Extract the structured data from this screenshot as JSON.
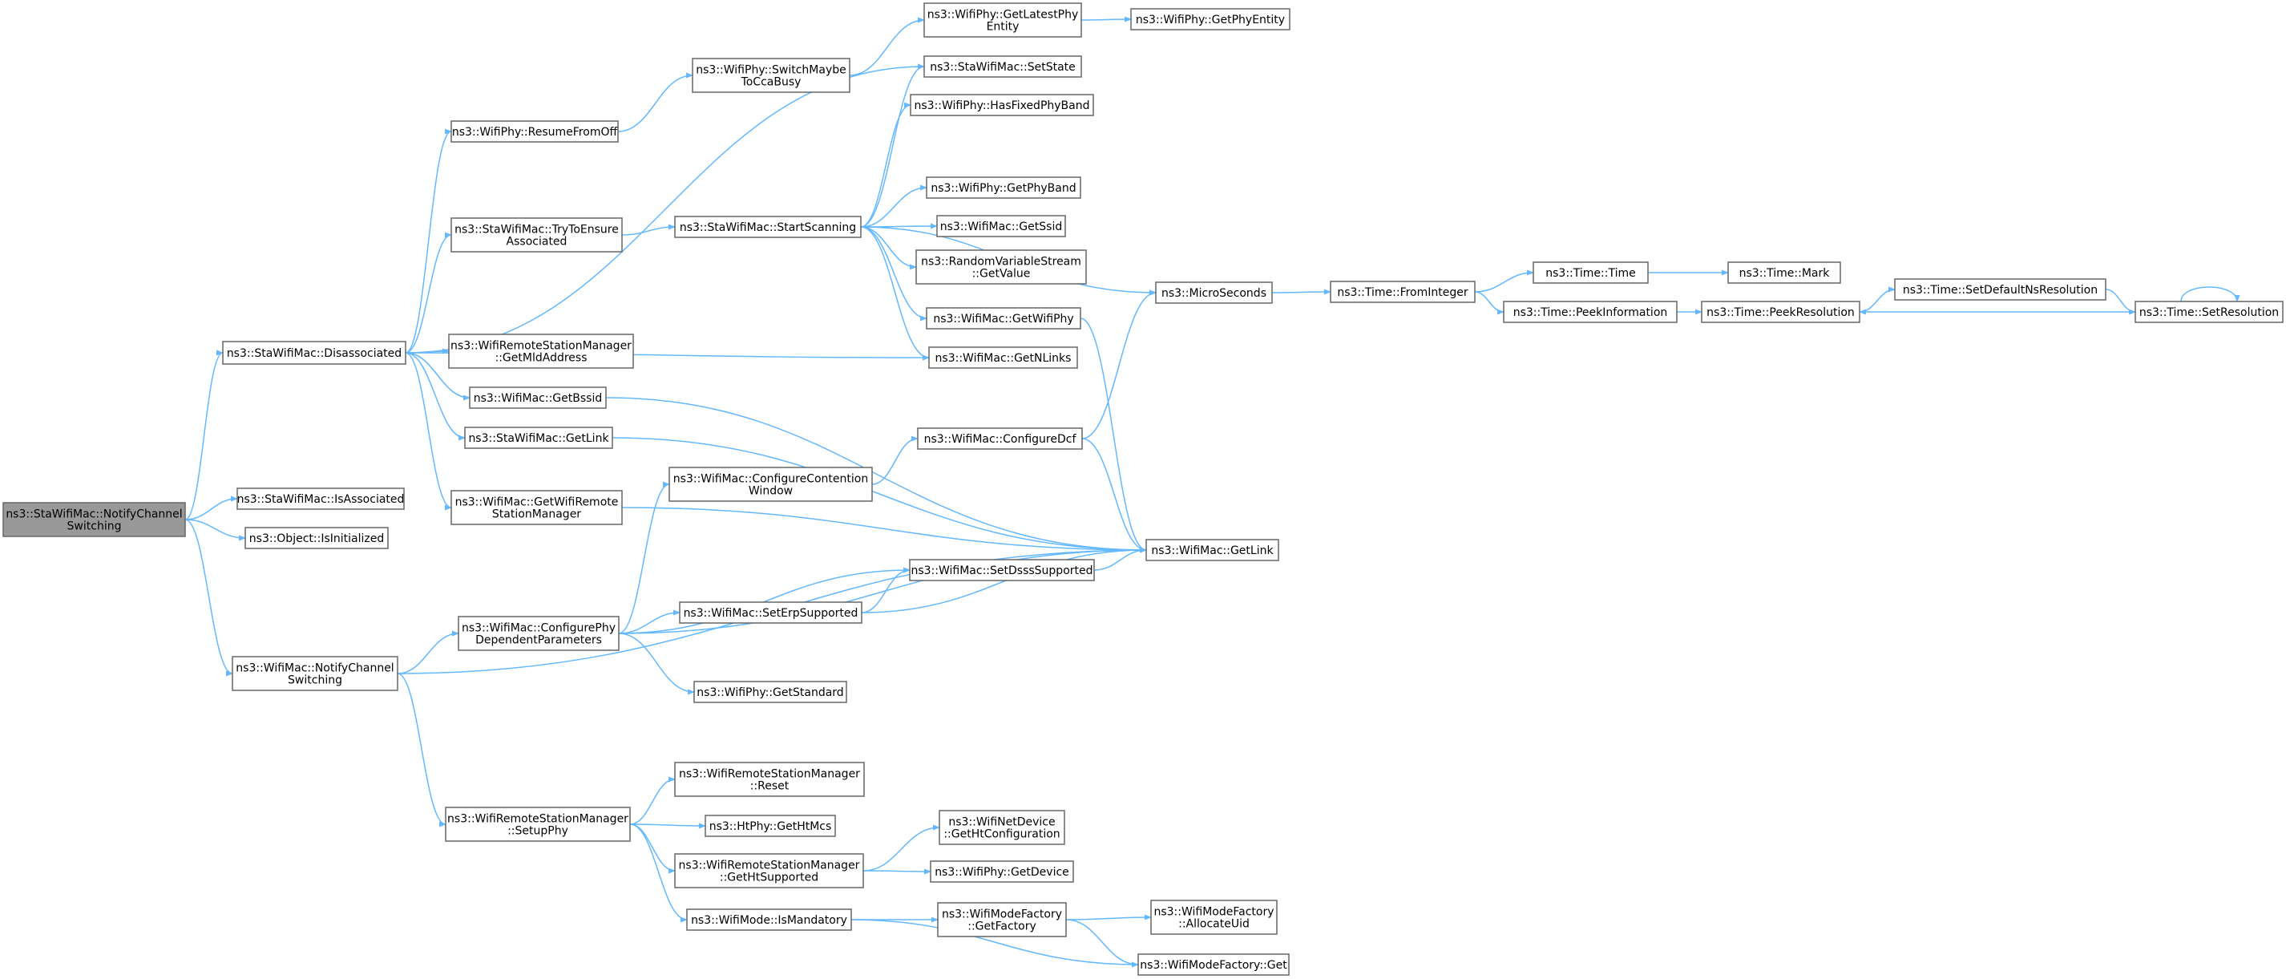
{
  "diagram": {
    "type": "call-graph",
    "edge_color": "#63b8ff",
    "node_border_color": "#666666",
    "root_fill_color": "#999999",
    "nodes": [
      {
        "id": "root",
        "lines": [
          "ns3::StaWifiMac::NotifyChannel",
          "Switching"
        ],
        "root": true
      },
      {
        "id": "disassociated",
        "lines": [
          "ns3::StaWifiMac::Disassociated"
        ]
      },
      {
        "id": "isassociated",
        "lines": [
          "ns3::StaWifiMac::IsAssociated"
        ]
      },
      {
        "id": "isinitialized",
        "lines": [
          "ns3::Object::IsInitialized"
        ]
      },
      {
        "id": "wmnotify",
        "lines": [
          "ns3::WifiMac::NotifyChannel",
          "Switching"
        ]
      },
      {
        "id": "resumefromoff",
        "lines": [
          "ns3::WifiPhy::ResumeFromOff"
        ]
      },
      {
        "id": "trytoensure",
        "lines": [
          "ns3::StaWifiMac::TryToEnsure",
          "Associated"
        ]
      },
      {
        "id": "getmldaddress",
        "lines": [
          "ns3::WifiRemoteStationManager",
          "::GetMldAddress"
        ]
      },
      {
        "id": "getbssid",
        "lines": [
          "ns3::WifiMac::GetBssid"
        ]
      },
      {
        "id": "stagetlink",
        "lines": [
          "ns3::StaWifiMac::GetLink"
        ]
      },
      {
        "id": "getwrsm",
        "lines": [
          "ns3::WifiMac::GetWifiRemote",
          "StationManager"
        ]
      },
      {
        "id": "configphy",
        "lines": [
          "ns3::WifiMac::ConfigurePhy",
          "DependentParameters"
        ]
      },
      {
        "id": "setupphy",
        "lines": [
          "ns3::WifiRemoteStationManager",
          "::SetupPhy"
        ]
      },
      {
        "id": "switchmaybe",
        "lines": [
          "ns3::WifiPhy::SwitchMaybe",
          "ToCcaBusy"
        ]
      },
      {
        "id": "startscanning",
        "lines": [
          "ns3::StaWifiMac::StartScanning"
        ]
      },
      {
        "id": "configcw",
        "lines": [
          "ns3::WifiMac::ConfigureContention",
          "Window"
        ]
      },
      {
        "id": "seterp",
        "lines": [
          "ns3::WifiMac::SetErpSupported"
        ]
      },
      {
        "id": "getstandard",
        "lines": [
          "ns3::WifiPhy::GetStandard"
        ]
      },
      {
        "id": "reset",
        "lines": [
          "ns3::WifiRemoteStationManager",
          "::Reset"
        ]
      },
      {
        "id": "gethtmcs",
        "lines": [
          "ns3::HtPhy::GetHtMcs"
        ]
      },
      {
        "id": "gethtsupported",
        "lines": [
          "ns3::WifiRemoteStationManager",
          "::GetHtSupported"
        ]
      },
      {
        "id": "ismandatory",
        "lines": [
          "ns3::WifiMode::IsMandatory"
        ]
      },
      {
        "id": "getlatestphy",
        "lines": [
          "ns3::WifiPhy::GetLatestPhy",
          "Entity"
        ]
      },
      {
        "id": "setstate",
        "lines": [
          "ns3::StaWifiMac::SetState"
        ]
      },
      {
        "id": "hasfixed",
        "lines": [
          "ns3::WifiPhy::HasFixedPhyBand"
        ]
      },
      {
        "id": "getphyband",
        "lines": [
          "ns3::WifiPhy::GetPhyBand"
        ]
      },
      {
        "id": "getssid",
        "lines": [
          "ns3::WifiMac::GetSsid"
        ]
      },
      {
        "id": "rvsgetvalue",
        "lines": [
          "ns3::RandomVariableStream",
          "::GetValue"
        ]
      },
      {
        "id": "getwifiphy",
        "lines": [
          "ns3::WifiMac::GetWifiPhy"
        ]
      },
      {
        "id": "getnlinks",
        "lines": [
          "ns3::WifiMac::GetNLinks"
        ]
      },
      {
        "id": "configdcf",
        "lines": [
          "ns3::WifiMac::ConfigureDcf"
        ]
      },
      {
        "id": "setdsss",
        "lines": [
          "ns3::WifiMac::SetDsssSupported"
        ]
      },
      {
        "id": "gethtconfig",
        "lines": [
          "ns3::WifiNetDevice",
          "::GetHtConfiguration"
        ]
      },
      {
        "id": "getdevice",
        "lines": [
          "ns3::WifiPhy::GetDevice"
        ]
      },
      {
        "id": "getfactory",
        "lines": [
          "ns3::WifiModeFactory",
          "::GetFactory"
        ]
      },
      {
        "id": "getphyentity",
        "lines": [
          "ns3::WifiPhy::GetPhyEntity"
        ]
      },
      {
        "id": "microseconds",
        "lines": [
          "ns3::MicroSeconds"
        ]
      },
      {
        "id": "wmgetlink",
        "lines": [
          "ns3::WifiMac::GetLink"
        ]
      },
      {
        "id": "allocateuid",
        "lines": [
          "ns3::WifiModeFactory",
          "::AllocateUid"
        ]
      },
      {
        "id": "wmfget",
        "lines": [
          "ns3::WifiModeFactory::Get"
        ]
      },
      {
        "id": "frominteger",
        "lines": [
          "ns3::Time::FromInteger"
        ]
      },
      {
        "id": "timetime",
        "lines": [
          "ns3::Time::Time"
        ]
      },
      {
        "id": "peekinfo",
        "lines": [
          "ns3::Time::PeekInformation"
        ]
      },
      {
        "id": "timemark",
        "lines": [
          "ns3::Time::Mark"
        ]
      },
      {
        "id": "peekres",
        "lines": [
          "ns3::Time::PeekResolution"
        ]
      },
      {
        "id": "setdefaultns",
        "lines": [
          "ns3::Time::SetDefaultNsResolution"
        ]
      },
      {
        "id": "setres",
        "lines": [
          "ns3::Time::SetResolution"
        ]
      }
    ],
    "edges": [
      [
        "root",
        "disassociated"
      ],
      [
        "root",
        "isassociated"
      ],
      [
        "root",
        "isinitialized"
      ],
      [
        "root",
        "wmnotify"
      ],
      [
        "disassociated",
        "resumefromoff"
      ],
      [
        "disassociated",
        "setstate"
      ],
      [
        "disassociated",
        "trytoensure"
      ],
      [
        "disassociated",
        "getnlinks"
      ],
      [
        "disassociated",
        "getmldaddress"
      ],
      [
        "disassociated",
        "getbssid"
      ],
      [
        "disassociated",
        "stagetlink"
      ],
      [
        "disassociated",
        "getwrsm"
      ],
      [
        "resumefromoff",
        "switchmaybe"
      ],
      [
        "switchmaybe",
        "getlatestphy"
      ],
      [
        "getlatestphy",
        "getphyentity"
      ],
      [
        "trytoensure",
        "startscanning"
      ],
      [
        "startscanning",
        "setstate"
      ],
      [
        "startscanning",
        "hasfixed"
      ],
      [
        "startscanning",
        "microseconds"
      ],
      [
        "startscanning",
        "getphyband"
      ],
      [
        "startscanning",
        "getssid"
      ],
      [
        "startscanning",
        "rvsgetvalue"
      ],
      [
        "startscanning",
        "getwifiphy"
      ],
      [
        "startscanning",
        "getnlinks"
      ],
      [
        "getwifiphy",
        "wmgetlink"
      ],
      [
        "getbssid",
        "wmgetlink"
      ],
      [
        "stagetlink",
        "wmgetlink"
      ],
      [
        "getwrsm",
        "wmgetlink"
      ],
      [
        "wmnotify",
        "configphy"
      ],
      [
        "wmnotify",
        "wmgetlink"
      ],
      [
        "wmnotify",
        "setupphy"
      ],
      [
        "configphy",
        "configcw"
      ],
      [
        "configphy",
        "setdsss"
      ],
      [
        "configphy",
        "seterp"
      ],
      [
        "configphy",
        "wmgetlink"
      ],
      [
        "configphy",
        "getstandard"
      ],
      [
        "configcw",
        "configdcf"
      ],
      [
        "configdcf",
        "microseconds"
      ],
      [
        "configdcf",
        "wmgetlink"
      ],
      [
        "seterp",
        "setdsss"
      ],
      [
        "seterp",
        "wmgetlink"
      ],
      [
        "setdsss",
        "wmgetlink"
      ],
      [
        "setupphy",
        "reset"
      ],
      [
        "setupphy",
        "gethtmcs"
      ],
      [
        "setupphy",
        "gethtsupported"
      ],
      [
        "setupphy",
        "ismandatory"
      ],
      [
        "gethtsupported",
        "gethtconfig"
      ],
      [
        "gethtsupported",
        "getdevice"
      ],
      [
        "ismandatory",
        "getfactory"
      ],
      [
        "ismandatory",
        "wmfget"
      ],
      [
        "getfactory",
        "allocateuid"
      ],
      [
        "getfactory",
        "wmfget"
      ],
      [
        "microseconds",
        "frominteger"
      ],
      [
        "frominteger",
        "timetime"
      ],
      [
        "frominteger",
        "peekinfo"
      ],
      [
        "timetime",
        "timemark"
      ],
      [
        "peekinfo",
        "peekres"
      ],
      [
        "peekres",
        "setdefaultns"
      ],
      [
        "setdefaultns",
        "setres"
      ],
      [
        "setres",
        "peekres"
      ],
      [
        "setres",
        "setres"
      ]
    ]
  }
}
